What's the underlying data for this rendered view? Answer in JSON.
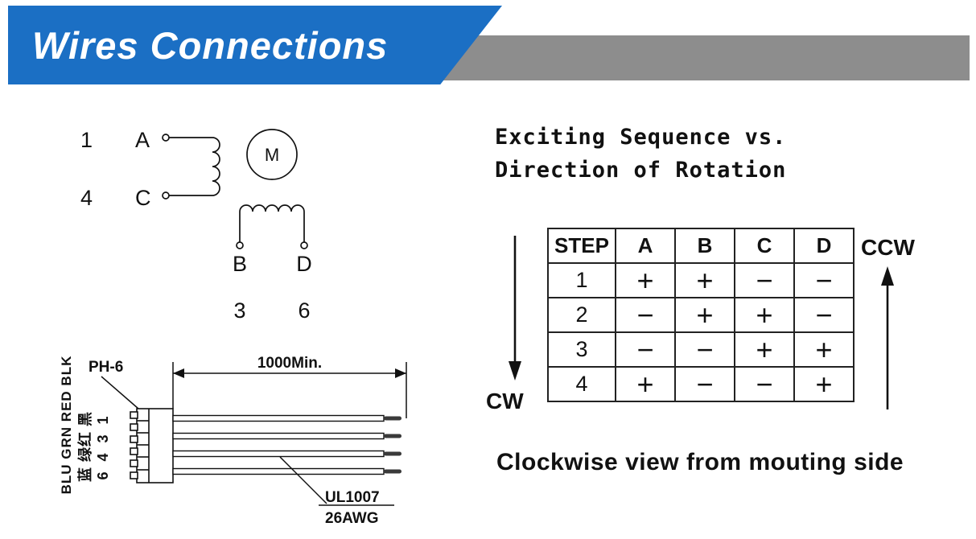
{
  "colors": {
    "banner_blue": "#1b6fc4",
    "banner_gray": "#8d8d8d",
    "line_color": "#111111"
  },
  "header": {
    "title": "Wires Connections"
  },
  "schematic": {
    "pin_1": "1",
    "lead_a": "A",
    "pin_4": "4",
    "lead_c": "C",
    "motor": "M",
    "lead_b": "B",
    "lead_d": "D",
    "pin_3": "3",
    "pin_6": "6"
  },
  "connector": {
    "name": "PH-6",
    "dimension": "1000Min.",
    "wire_colors_en": "BLU GRN RED BLK",
    "wire_colors_cn": "蓝 绿红 黑",
    "pin_numbers": "6 4 3 1",
    "wire_spec_1": "UL1007",
    "wire_spec_2": "26AWG"
  },
  "sequence": {
    "heading_line1": "Exciting Sequence vs.",
    "heading_line2": "Direction of Rotation",
    "table": {
      "columns": [
        "STEP",
        "A",
        "B",
        "C",
        "D"
      ],
      "rows": [
        [
          "1",
          "+",
          "+",
          "−",
          "−"
        ],
        [
          "2",
          "−",
          "+",
          "+",
          "−"
        ],
        [
          "3",
          "−",
          "−",
          "+",
          "+"
        ],
        [
          "4",
          "+",
          "−",
          "−",
          "+"
        ]
      ]
    },
    "cw": "CW",
    "ccw": "CCW",
    "caption": "Clockwise view from mouting side"
  }
}
